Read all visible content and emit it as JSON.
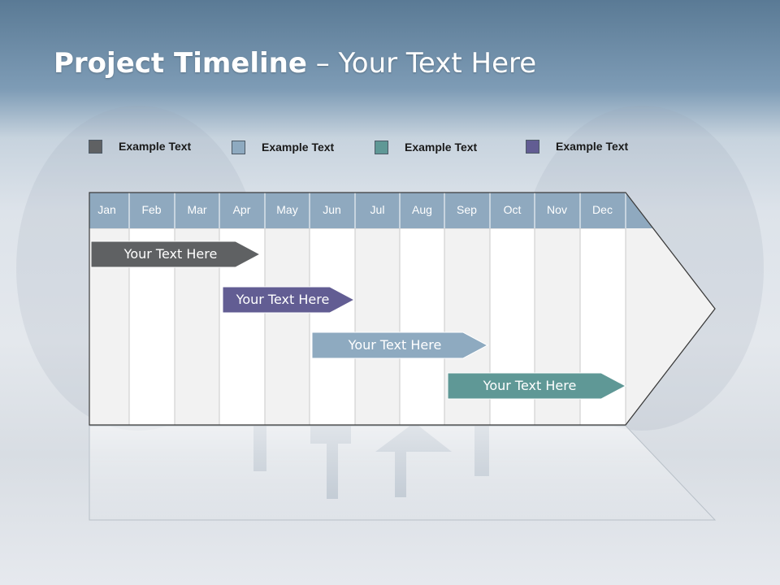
{
  "title": {
    "bold": "Project Timeline",
    "rest": " – Your Text Here"
  },
  "legend": [
    {
      "label": "Example Text",
      "color": "#5f6163"
    },
    {
      "label": "Example Text",
      "color": "#8eaac0"
    },
    {
      "label": "Example Text",
      "color": "#5f9896"
    },
    {
      "label": "Example Text",
      "color": "#625d93"
    }
  ],
  "months": [
    "Jan",
    "Feb",
    "Mar",
    "Apr",
    "May",
    "Jun",
    "Jul",
    "Aug",
    "Sep",
    "Oct",
    "Nov",
    "Dec"
  ],
  "bars": [
    {
      "label": "Your  Text Here",
      "color": "#5f6163"
    },
    {
      "label": "Your  Text Here",
      "color": "#625d93"
    },
    {
      "label": "Your  Text Here",
      "color": "#8eaac0"
    },
    {
      "label": "Your  Text Here",
      "color": "#5f9896"
    }
  ],
  "colors": {
    "header": "#8fa9bf",
    "grid_light": "#f2f2f2",
    "grid_white": "#ffffff"
  }
}
